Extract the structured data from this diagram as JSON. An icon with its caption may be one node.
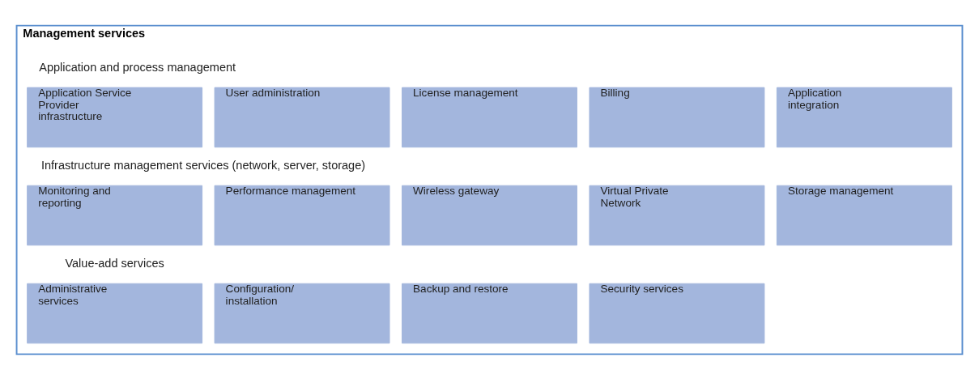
{
  "diagram": {
    "nodes": [
      {
        "text": [
          "Management services"
        ]
      },
      {
        "text": [
          "Application Service Provider infrastructure"
        ],
        "in": 0
      },
      {
        "text": [
          "User administration"
        ],
        "in": 0
      },
      {
        "text": [
          "License management"
        ],
        "in": 0
      },
      {
        "text": [
          "Billing"
        ],
        "in": 0
      },
      {
        "text": [
          "Application integration"
        ],
        "in": 0
      },
      {
        "text": [
          "Monitoring and reporting"
        ],
        "in": 0
      },
      {
        "text": [
          "Performance management"
        ],
        "in": 0
      },
      {
        "text": [
          "Wireless gateway"
        ],
        "in": 0
      },
      {
        "text": [
          "Virtual Private Network"
        ],
        "in": 0
      },
      {
        "text": [
          "Storage management"
        ],
        "in": 0
      },
      {
        "text": [
          "Administrative services"
        ],
        "in": 0
      },
      {
        "text": [
          "Configuration/ installation"
        ],
        "in": 0
      },
      {
        "text": [
          "Backup and restore"
        ],
        "in": 0
      },
      {
        "text": [
          "Security services"
        ],
        "in": 0
      }
    ],
    "edges": [],
    "labels": [
      "Application and process management",
      "Infrastructure management services (network, server, storage)",
      "Value-add services"
    ]
  }
}
